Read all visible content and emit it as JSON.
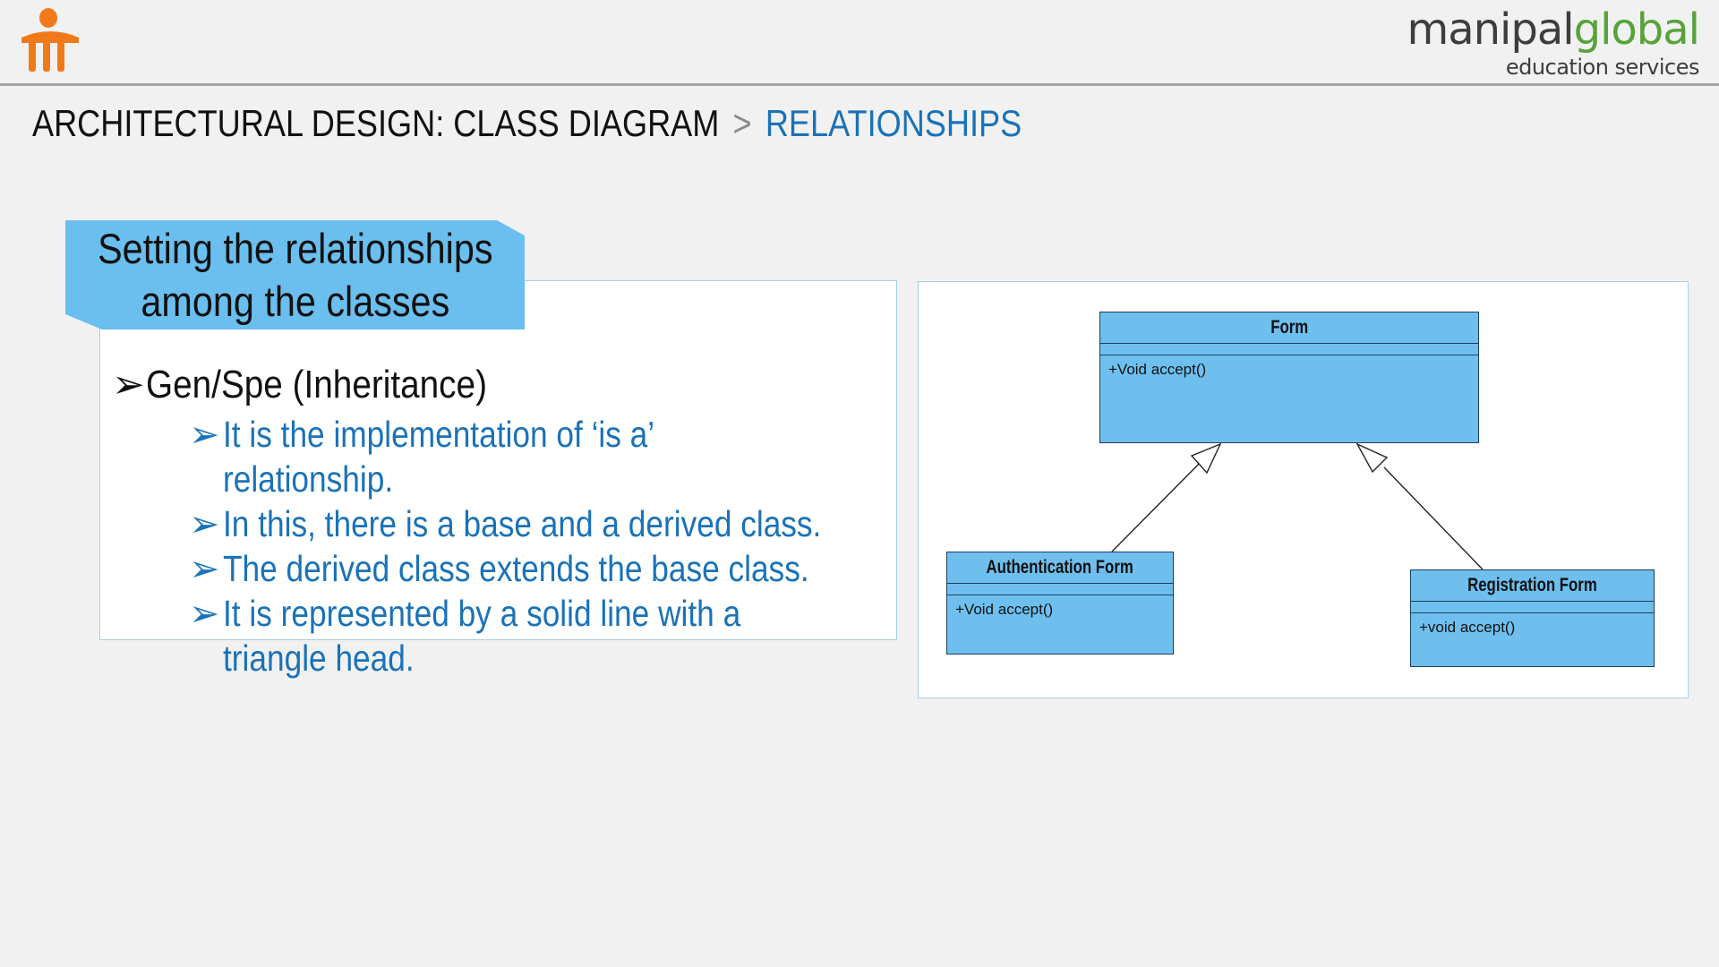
{
  "header": {
    "brand_primary": "manipal",
    "brand_secondary": "global",
    "brand_tagline": "education services",
    "colors": {
      "brand_grey": "#3d3d3d",
      "brand_green": "#57a33a",
      "logo_orange": "#f07a1a"
    }
  },
  "page": {
    "title_main": "ARCHITECTURAL DESIGN: CLASS DIAGRAM",
    "title_separator": ">",
    "title_sub": "RELATIONSHIPS"
  },
  "section": {
    "heading_line1": "Setting the relationships",
    "heading_line2": "among the classes",
    "bullet_marker": "➢",
    "main_bullet": "Gen/Spe (Inheritance)",
    "sub_bullets": [
      "It is the implementation of ‘is a’ relationship.",
      "In this, there is a base and a derived class.",
      "The derived class extends the base class.",
      "It is represented by a solid line with a triangle head."
    ]
  },
  "diagram": {
    "classes": [
      {
        "name": "Form",
        "operation": "+Void accept()"
      },
      {
        "name": "Authentication Form",
        "operation": "+Void accept()"
      },
      {
        "name": "Registration Form",
        "operation": "+void accept()"
      }
    ],
    "relationships": [
      {
        "from": "Authentication Form",
        "to": "Form",
        "type": "generalization"
      },
      {
        "from": "Registration Form",
        "to": "Form",
        "type": "generalization"
      }
    ],
    "colors": {
      "class_fill": "#6fbfee",
      "class_border": "#1a3f5c"
    }
  }
}
